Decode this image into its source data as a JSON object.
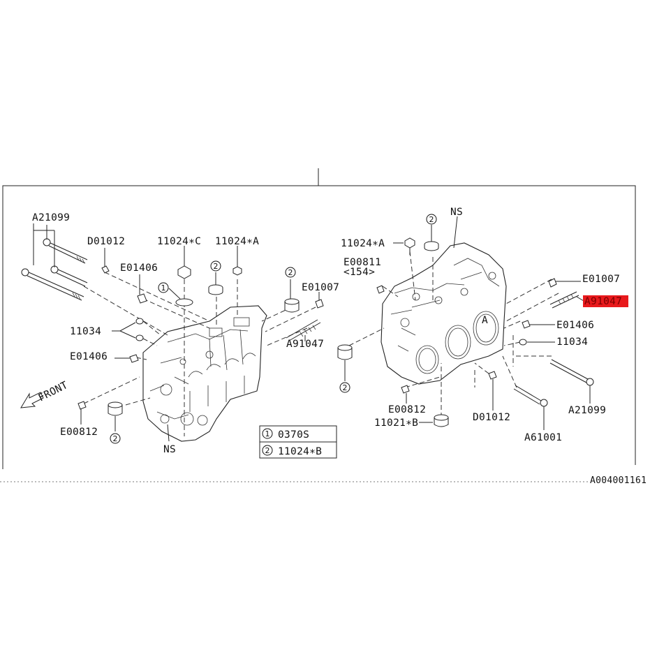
{
  "labels": {
    "l_a21099": "A21099",
    "l_d01012": "D01012",
    "l_e01406": "E01406",
    "l_11024c": "11024∗C",
    "l_11024a": "11024∗A",
    "l_e01007": "E01007",
    "l_11034": "11034",
    "l_a91047": "A91047",
    "l_e01406b": "E01406",
    "l_front": "FRONT",
    "l_e00812": "E00812",
    "l_ns": "NS",
    "r_ns": "NS",
    "r_11024a": "11024∗A",
    "r_e00811": "E00811",
    "r_154": "<154>",
    "r_e01007": "E01007",
    "r_a91047": "A91047",
    "r_e01406": "E01406",
    "r_11034": "11034",
    "r_a21099": "A21099",
    "r_e00812": "E00812",
    "r_11021b": "11021∗B",
    "r_d01012": "D01012",
    "r_a61001": "A61001"
  },
  "legend": {
    "row1_num": "1",
    "row1_text": "0370S",
    "row2_num": "2",
    "row2_text": "11024∗B"
  },
  "callouts": {
    "one": "1",
    "two": "2"
  },
  "footer_code": "A004001161",
  "highlight_color": "#e8191c"
}
